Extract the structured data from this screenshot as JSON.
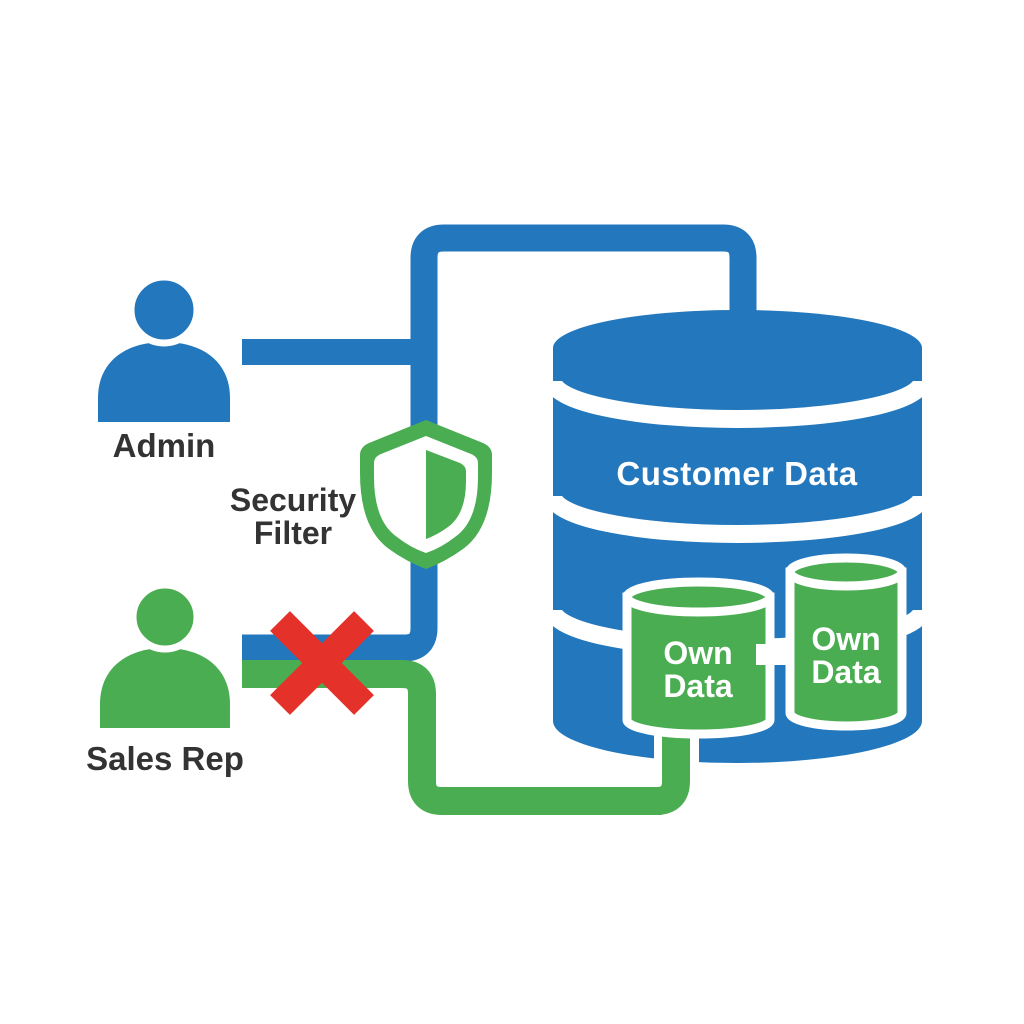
{
  "diagram": {
    "description": "Row-level security diagram: Admin has full access to Customer Data database, Sales Rep is blocked by a Security Filter and only reaches Own Data subsets",
    "background": "#ffffff",
    "colors": {
      "blue": "#2377bd",
      "green": "#4bad52",
      "red": "#e4312a",
      "label_text": "#333333",
      "white": "#ffffff"
    },
    "actors": {
      "admin": {
        "label": "Admin"
      },
      "sales_rep": {
        "label": "Sales Rep"
      }
    },
    "security_filter": {
      "label_line1": "Security",
      "label_line2": "Filter"
    },
    "database": {
      "label": "Customer Data",
      "own_data_left": {
        "label_line1": "Own",
        "label_line2": "Data"
      },
      "own_data_right": {
        "label_line1": "Own",
        "label_line2": "Data"
      }
    },
    "blocked_icon": "red-x"
  }
}
